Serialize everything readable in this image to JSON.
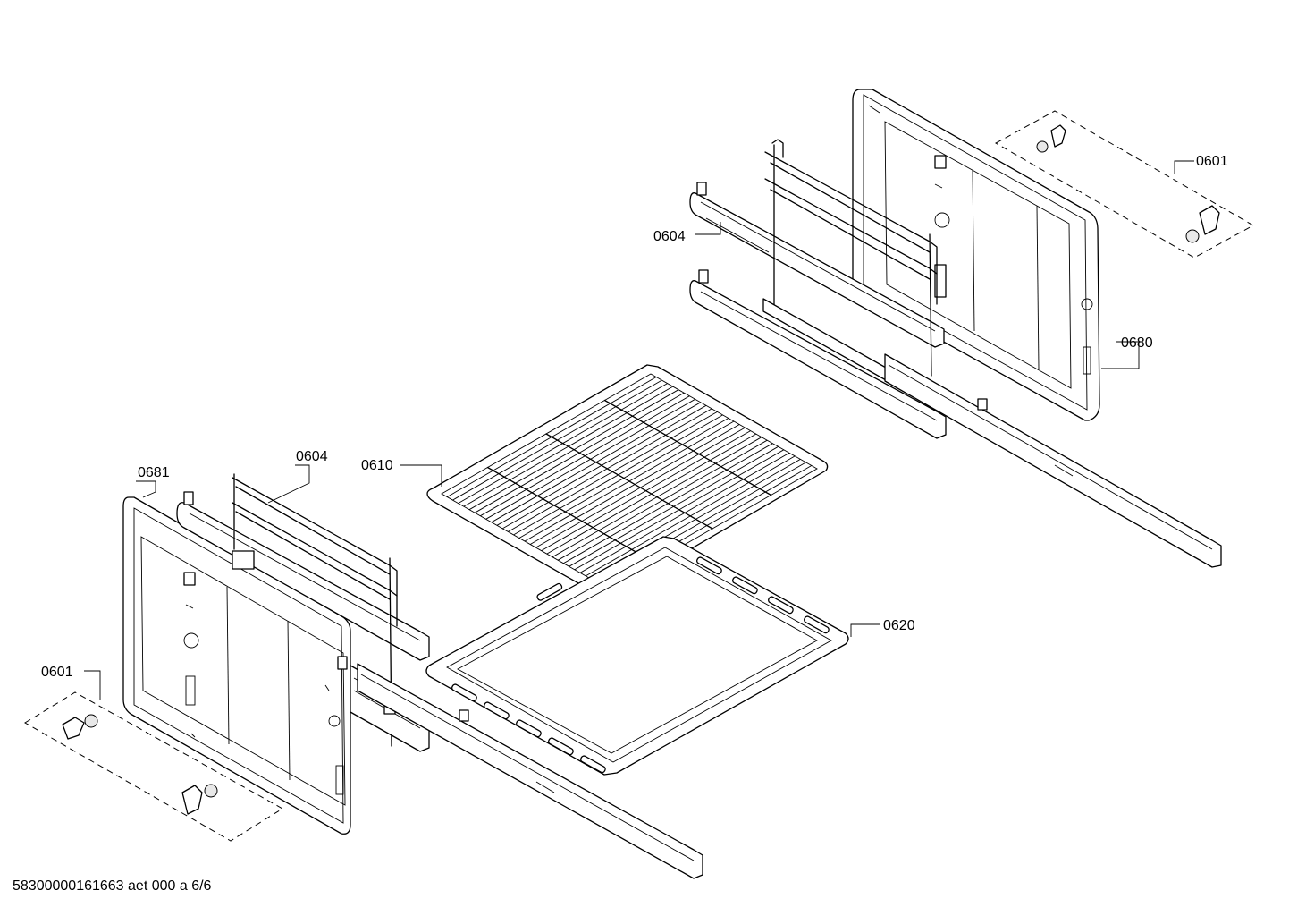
{
  "callouts": {
    "c0601_top": "0601",
    "c0604_top": "0604",
    "c0680": "0680",
    "c0610": "0610",
    "c0681": "0681",
    "c0604_left": "0604",
    "c0620": "0620",
    "c0601_left": "0601"
  },
  "footer": {
    "document_number": "58300000161663 aet 000 a 6/6"
  }
}
